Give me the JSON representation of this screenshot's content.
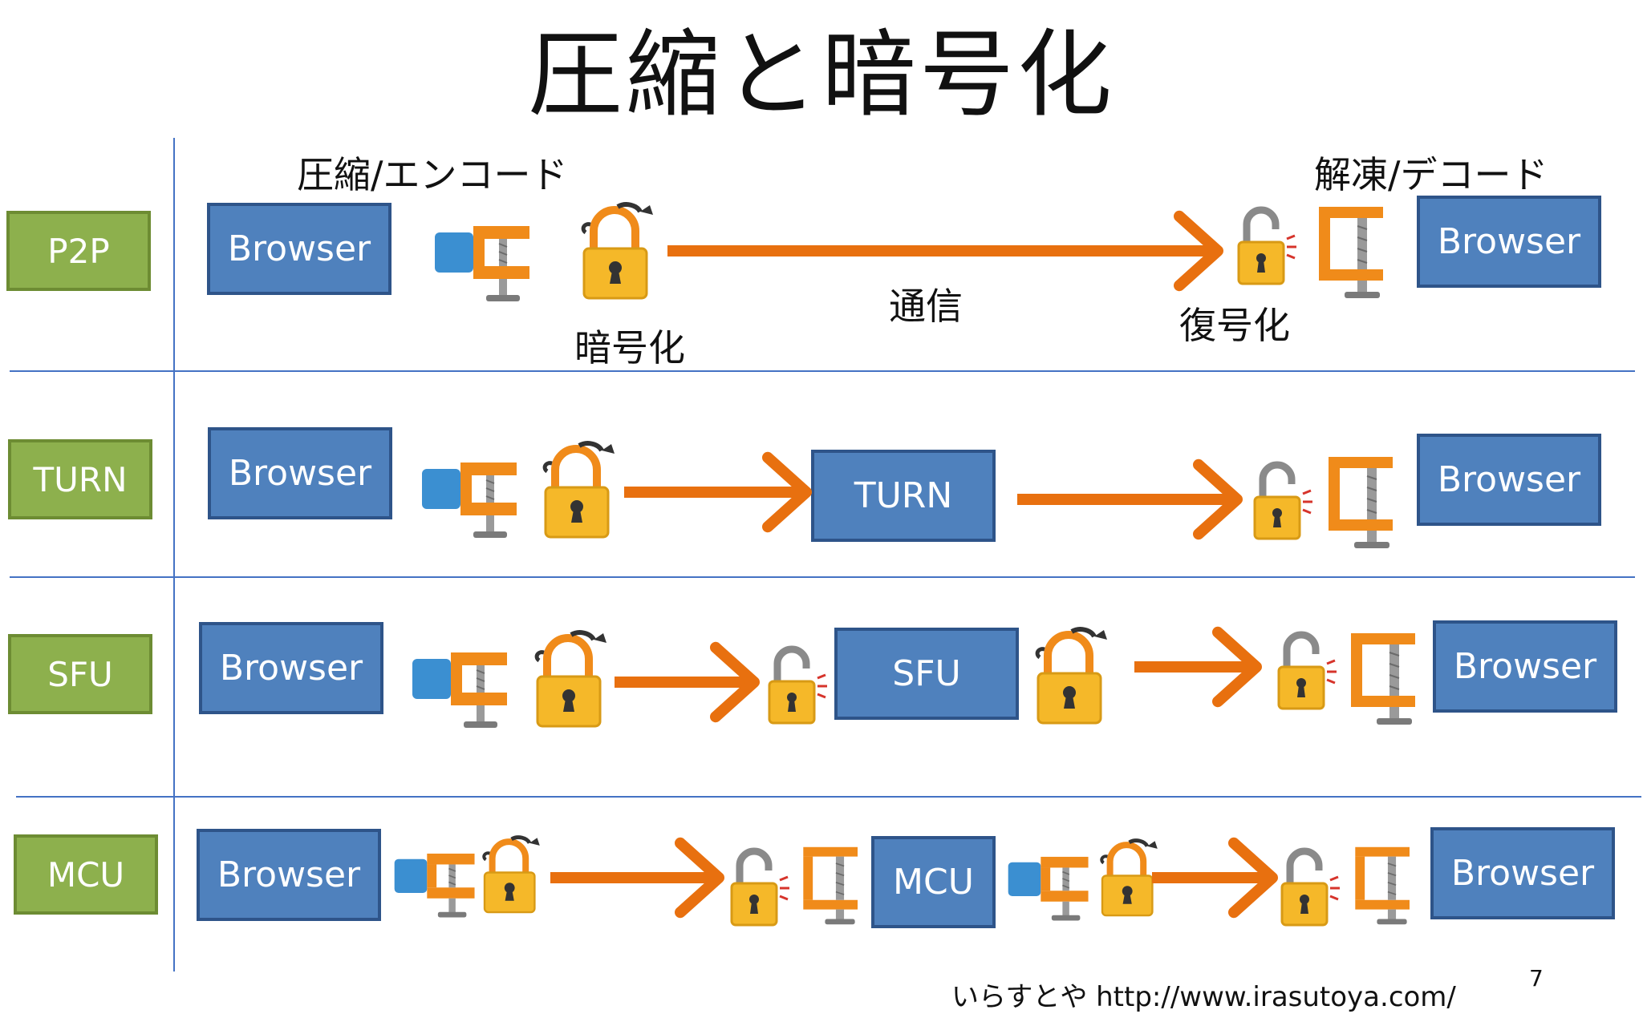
{
  "title": "圧縮と暗号化",
  "captions": {
    "compress_encode": "圧縮/エンコード",
    "decompress_decode": "解凍/デコード",
    "encrypt": "暗号化",
    "communication": "通信",
    "decrypt": "復号化"
  },
  "rows": [
    {
      "label": "P2P",
      "nodes": {
        "left": "Browser",
        "right": "Browser"
      }
    },
    {
      "label": "TURN",
      "nodes": {
        "left": "Browser",
        "middle": "TURN",
        "right": "Browser"
      }
    },
    {
      "label": "SFU",
      "nodes": {
        "left": "Browser",
        "middle": "SFU",
        "right": "Browser"
      }
    },
    {
      "label": "MCU",
      "nodes": {
        "left": "Browser",
        "middle": "MCU",
        "right": "Browser"
      }
    }
  ],
  "footer": {
    "credit": "いらすとや http://www.irasutoya.com/",
    "page_number": "7"
  },
  "colors": {
    "arrow": "#e8700f",
    "node_fill": "#4f81bd",
    "label_fill": "#8db04d",
    "divider": "#4472c4"
  },
  "icons": [
    "clamp-compress-icon",
    "locked-padlock-icon",
    "unlocked-padlock-icon",
    "clamp-release-icon"
  ]
}
